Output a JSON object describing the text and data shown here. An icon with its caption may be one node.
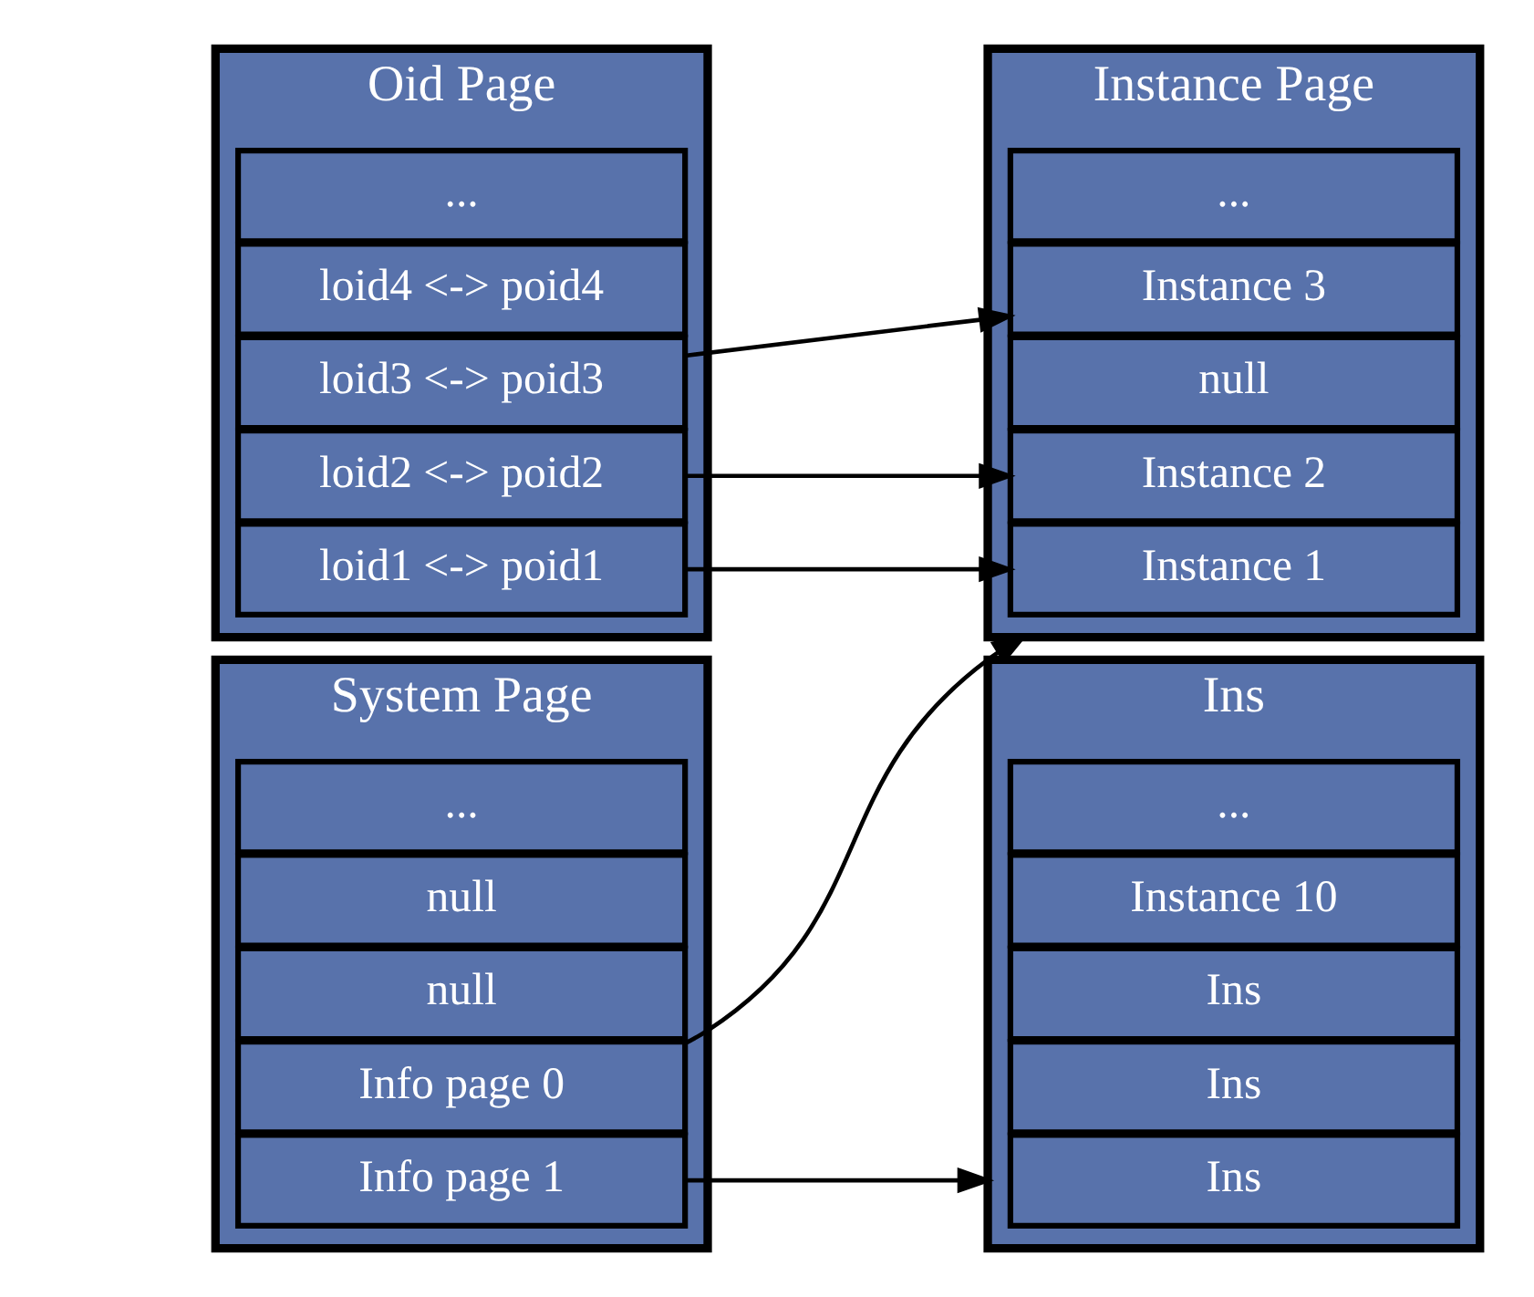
{
  "diagram": {
    "nodes": [
      {
        "text": [
          "System Page"
        ]
      },
      {
        "text": [
          "Info page 0"
        ],
        "in": 0
      },
      {
        "text": [
          "Info page 1"
        ],
        "in": 0
      },
      {
        "text": [
          "null"
        ],
        "in": 0
      },
      {
        "text": [
          "null"
        ],
        "in": 0
      },
      {
        "text": [
          "..."
        ],
        "in": 0
      },
      {
        "text": [
          "Instance Page"
        ]
      },
      {
        "text": [
          "Instance 1"
        ],
        "in": 6
      },
      {
        "text": [
          "Instance 2"
        ],
        "in": 6
      },
      {
        "text": [
          "null"
        ],
        "in": 6
      },
      {
        "text": [
          "Instance 3"
        ],
        "in": 6
      },
      {
        "text": [
          "..."
        ],
        "in": 6
      },
      {
        "text": [
          "Ins"
        ]
      },
      {
        "text": [
          "Ins"
        ],
        "in": 12
      },
      {
        "text": [
          "Ins"
        ],
        "in": 12
      },
      {
        "text": [
          "Ins"
        ],
        "in": 12
      },
      {
        "text": [
          "Instance 10"
        ],
        "in": 12
      },
      {
        "text": [
          "..."
        ],
        "in": 12
      },
      {
        "text": [
          "Oid Page"
        ]
      },
      {
        "text": [
          "loid1 <-> poid1"
        ],
        "in": 18
      },
      {
        "text": [
          "loid2 <-> poid2"
        ],
        "in": 18
      },
      {
        "text": [
          "loid3 <-> poid3"
        ],
        "in": 18
      },
      {
        "text": [
          "loid4 <-> poid4"
        ],
        "in": 18
      },
      {
        "text": [
          "..."
        ],
        "in": 18
      }
    ],
    "edges": [
      {
        "from": 1,
        "to": 6,
        "arrow": "to"
      },
      {
        "from": 2,
        "to": 12,
        "arrow": "to"
      },
      {
        "from": 19,
        "to": 7,
        "arrow": "to"
      },
      {
        "from": 20,
        "to": 8,
        "arrow": "to"
      },
      {
        "from": 21,
        "to": 10,
        "arrow": "to"
      }
    ]
  }
}
